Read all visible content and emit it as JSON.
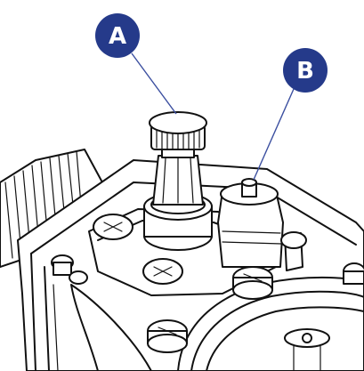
{
  "callouts": [
    {
      "id": "A",
      "label": "A"
    },
    {
      "id": "B",
      "label": "B"
    }
  ],
  "colors": {
    "badge_fill": "#253a8a",
    "badge_text": "#ffffff",
    "leader_line": "#3b4fa0",
    "line_art": "#111111",
    "background": "#ffffff"
  },
  "icons": {
    "badge": "filled-circle",
    "part_a": "knurled-knob",
    "part_b": "solenoid-bleed-screw"
  }
}
